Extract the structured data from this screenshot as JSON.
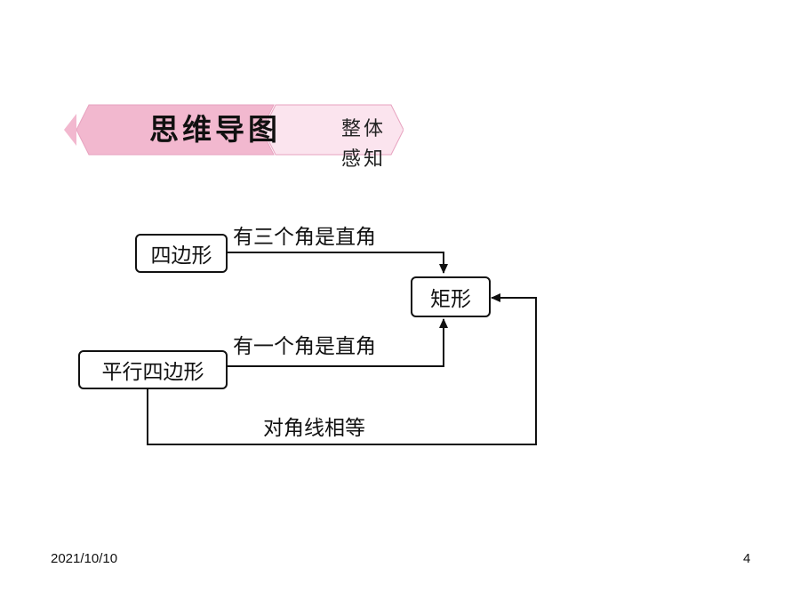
{
  "banner": {
    "title": "思维导图",
    "subtitle": "整体感知",
    "colors": {
      "primary": "#f2b8cf",
      "light": "#fbe4ee",
      "stroke": "#e7a2bf"
    }
  },
  "diagram": {
    "nodes": {
      "quadrilateral": "四边形",
      "rectangle": "矩形",
      "parallelogram": "平行四边形"
    },
    "edges": {
      "three_right_angles": "有三个角是直角",
      "one_right_angle": "有一个角是直角",
      "equal_diagonals": "对角线相等"
    }
  },
  "footer": {
    "date": "2021/10/10",
    "page": "4"
  }
}
